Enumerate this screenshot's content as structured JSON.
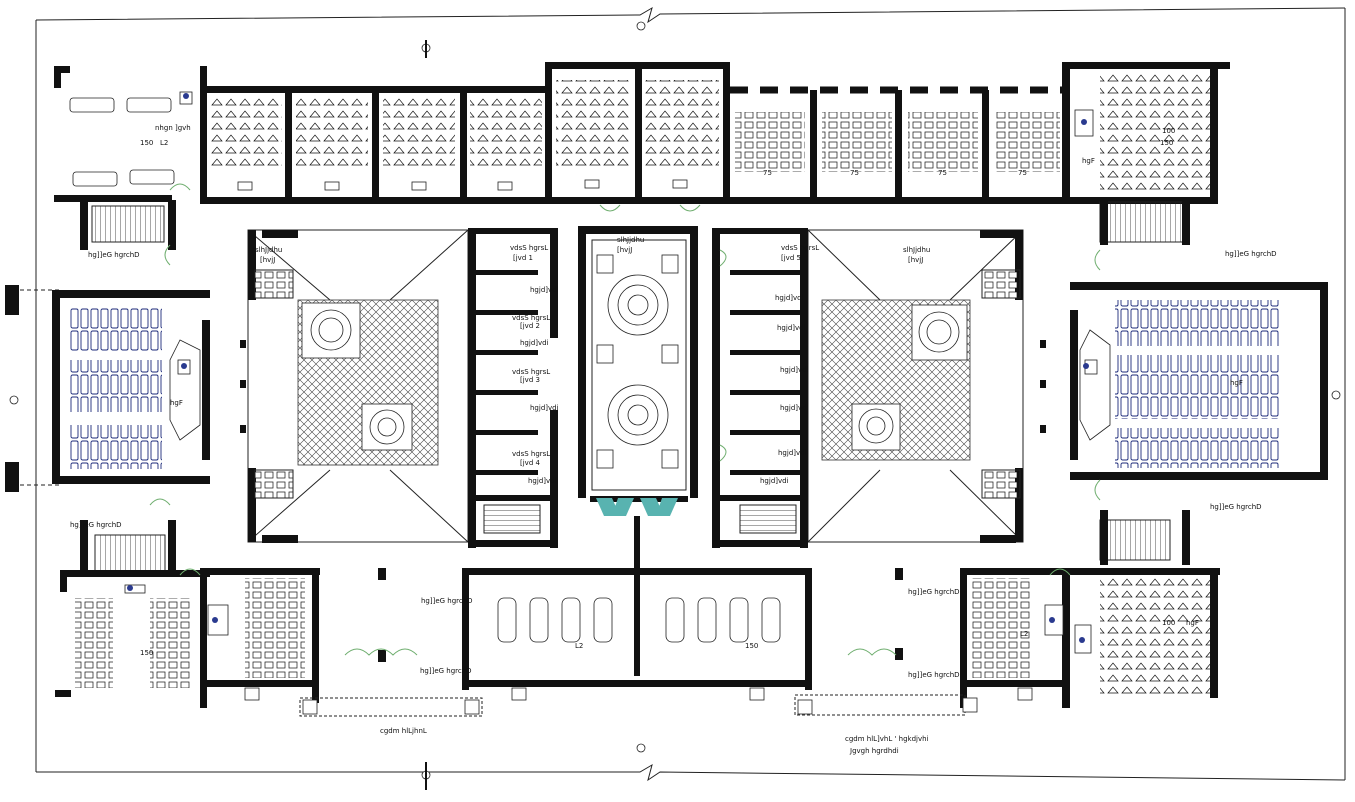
{
  "plan": {
    "room_labels": [
      "150",
      "L2",
      "nhgn ]gvh",
      "hg]]eG hgrchD",
      "hgF",
      "hg]]eG hgrchD",
      "hg]]eG hgrchD",
      "150",
      "hg]]eG hgrchD",
      "100",
      "hgF",
      "75",
      "75",
      "75",
      "75",
      "slhJjdhu",
      "[hvjJ",
      "slhJjdhu",
      "[hvjJ",
      "slhJjdhu",
      "[hvjJ",
      "vdsS hgrsL",
      "[jvd 1",
      "vdsS hgrsL",
      "[jvd 2",
      "vdsS hgrsL",
      "[jvd 3",
      "vdsS hgrsL",
      "[jvd 4",
      "vdsS hgrsL",
      "[jvd 5",
      "hg]]eG hgrchD",
      "hg]]eG hgrchD",
      "hg]]eG hgrchD",
      "hg]]eG hgrchD",
      "150",
      "L2",
      "150",
      "L2",
      "100",
      "hgF",
      "hgF",
      "cgdm hlLjhnL",
      "cgdm hlL]vhL ' hgkdjvhi",
      "Jgvgh hgrdhdi",
      "hgjd]vdi",
      "hgjd]vdi",
      "hgjd]vdi",
      "hgjd]vdi",
      "hgjd]vdi",
      "hgjd]vdi",
      "hgjd]vdi",
      "hgjd]vdi",
      "hgjd]vdi",
      "hgjd]vdi"
    ]
  }
}
